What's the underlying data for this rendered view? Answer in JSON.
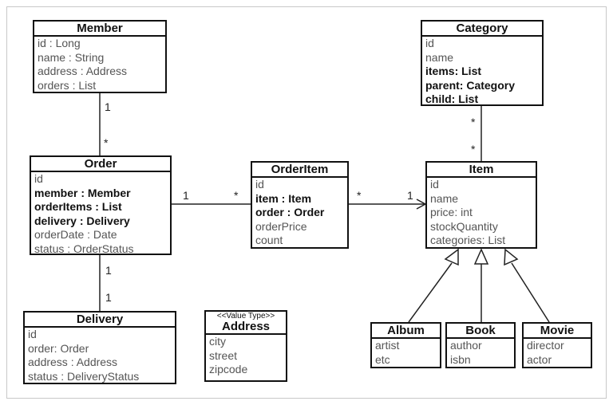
{
  "classes": {
    "member": {
      "name": "Member",
      "attributes": [
        {
          "text": "id : Long",
          "bold": false
        },
        {
          "text": "name : String",
          "bold": false
        },
        {
          "text": "address : Address",
          "bold": false
        },
        {
          "text": "orders : List",
          "bold": false
        }
      ]
    },
    "order": {
      "name": "Order",
      "attributes": [
        {
          "text": "id",
          "bold": false
        },
        {
          "text": "member : Member",
          "bold": true
        },
        {
          "text": "orderItems : List",
          "bold": true
        },
        {
          "text": "delivery : Delivery",
          "bold": true
        },
        {
          "text": "orderDate : Date",
          "bold": false
        },
        {
          "text": "status : OrderStatus",
          "bold": false
        }
      ]
    },
    "delivery": {
      "name": "Delivery",
      "attributes": [
        {
          "text": "id",
          "bold": false
        },
        {
          "text": "order: Order",
          "bold": false
        },
        {
          "text": "address : Address",
          "bold": false
        },
        {
          "text": "status : DeliveryStatus",
          "bold": false
        }
      ]
    },
    "address": {
      "name": "Address",
      "stereotype": "<<Value Type>>",
      "attributes": [
        {
          "text": "city",
          "bold": false
        },
        {
          "text": "street",
          "bold": false
        },
        {
          "text": "zipcode",
          "bold": false
        }
      ]
    },
    "orderitem": {
      "name": "OrderItem",
      "attributes": [
        {
          "text": "id",
          "bold": false
        },
        {
          "text": "item : Item",
          "bold": true
        },
        {
          "text": "order : Order",
          "bold": true
        },
        {
          "text": "orderPrice",
          "bold": false
        },
        {
          "text": "count",
          "bold": false
        }
      ]
    },
    "category": {
      "name": "Category",
      "attributes": [
        {
          "text": "id",
          "bold": false
        },
        {
          "text": "name",
          "bold": false
        },
        {
          "text": "items: List",
          "bold": true
        },
        {
          "text": "parent: Category",
          "bold": true
        },
        {
          "text": "child: List",
          "bold": true
        }
      ]
    },
    "item": {
      "name": "Item",
      "attributes": [
        {
          "text": "id",
          "bold": false
        },
        {
          "text": "name",
          "bold": false
        },
        {
          "text": "price: int",
          "bold": false
        },
        {
          "text": "stockQuantity",
          "bold": false
        },
        {
          "text": "categories: List",
          "bold": false
        }
      ]
    },
    "album": {
      "name": "Album",
      "attributes": [
        {
          "text": "artist",
          "bold": false
        },
        {
          "text": "etc",
          "bold": false
        }
      ]
    },
    "book": {
      "name": "Book",
      "attributes": [
        {
          "text": "author",
          "bold": false
        },
        {
          "text": "isbn",
          "bold": false
        }
      ]
    },
    "movie": {
      "name": "Movie",
      "attributes": [
        {
          "text": "director",
          "bold": false
        },
        {
          "text": "actor",
          "bold": false
        }
      ]
    }
  },
  "multiplicities": {
    "member_order_top": "1",
    "member_order_bottom": "*",
    "order_delivery_top": "1",
    "order_delivery_bottom": "1",
    "order_orderitem_left": "1",
    "order_orderitem_right": "*",
    "orderitem_item_left": "*",
    "orderitem_item_right": "1",
    "category_item_top": "*",
    "category_item_bottom": "*"
  }
}
